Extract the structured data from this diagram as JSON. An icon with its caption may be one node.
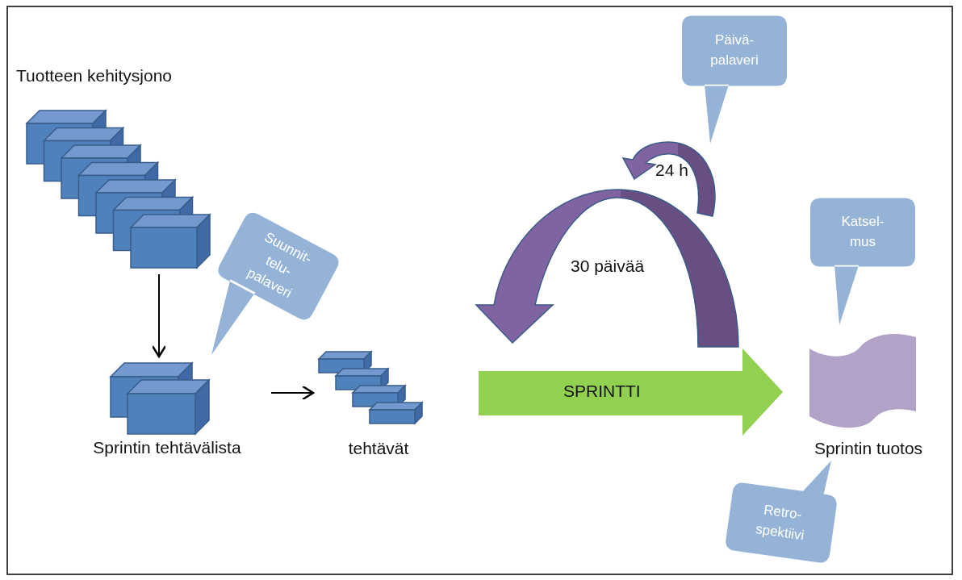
{
  "diagram": {
    "nodes": [
      {
        "text": [
          "Tuotteen kehitysjono"
        ]
      },
      {
        "text": [
          "Päivä- palaveri"
        ]
      },
      {
        "text": [
          "Suunnit- telu- palaveri"
        ]
      },
      {
        "text": [
          "Katsel- mus"
        ]
      },
      {
        "text": [
          "Sprintin tehtävälista"
        ]
      },
      {
        "text": [
          "tehtävät"
        ]
      },
      {
        "text": [
          "SPRINTTI"
        ]
      },
      {
        "text": [
          "Sprintin tuotos"
        ]
      },
      {
        "text": [
          "Retro- spektiivi"
        ]
      }
    ],
    "edges": [
      {
        "from": 0,
        "to": 4,
        "arrow": "to"
      },
      {
        "from": 4,
        "to": 5,
        "arrow": "to"
      }
    ],
    "labels": [
      "24 h",
      "30 päivää"
    ]
  }
}
